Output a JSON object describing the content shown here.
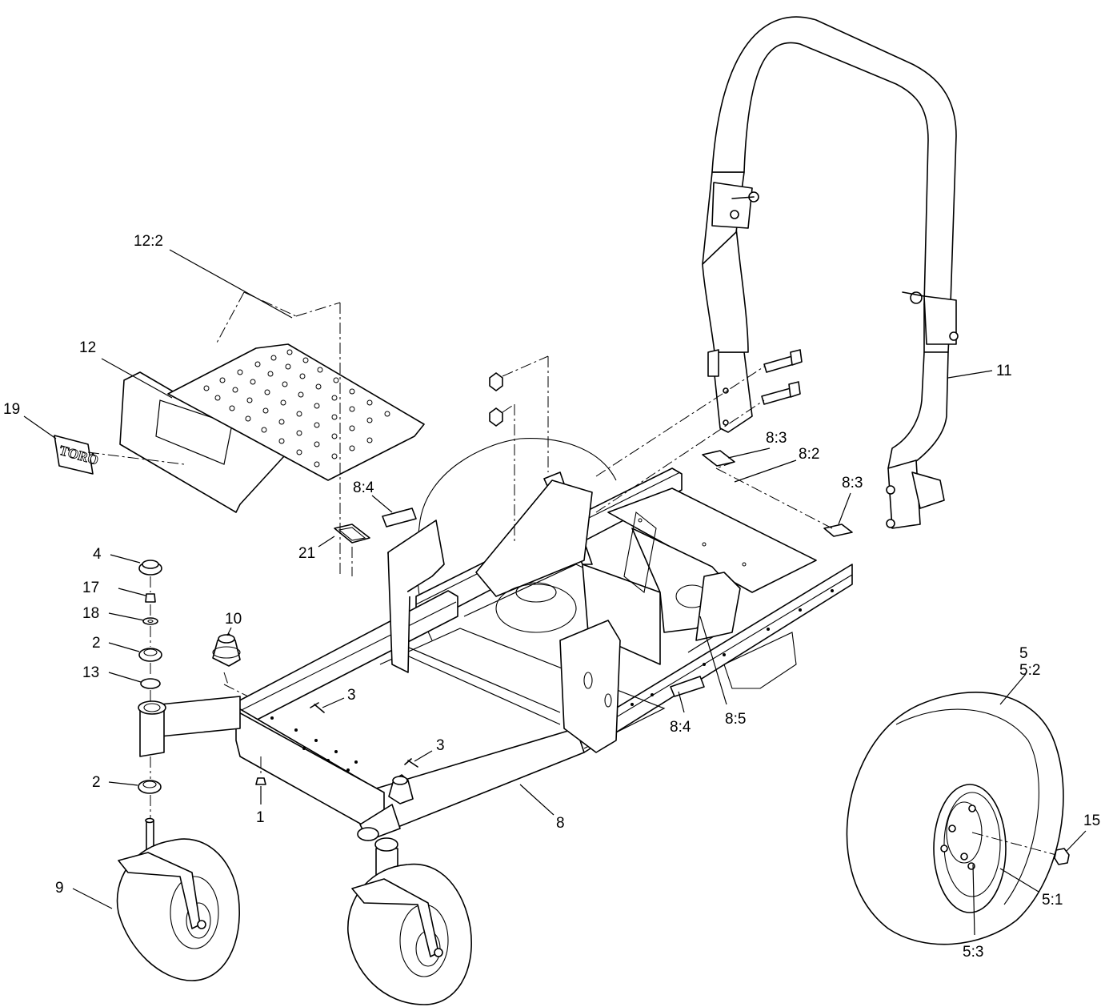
{
  "callouts": {
    "c12_2": "12:2",
    "c12": "12",
    "c19": "19",
    "c4": "4",
    "c17": "17",
    "c18": "18",
    "c2a": "2",
    "c13": "13",
    "c2b": "2",
    "c10": "10",
    "c3a": "3",
    "c3b": "3",
    "c1": "1",
    "c8": "8",
    "c9": "9",
    "c21": "21",
    "c8_4a": "8:4",
    "c8_4b": "8:4",
    "c8_5": "8:5",
    "c8_3a": "8:3",
    "c8_2": "8:2",
    "c8_3b": "8:3",
    "c11": "11",
    "c5": "5",
    "c5_2": "5:2",
    "c15": "15",
    "c5_1": "5:1",
    "c5_3": "5:3"
  },
  "decal_logo_text": "TORO"
}
